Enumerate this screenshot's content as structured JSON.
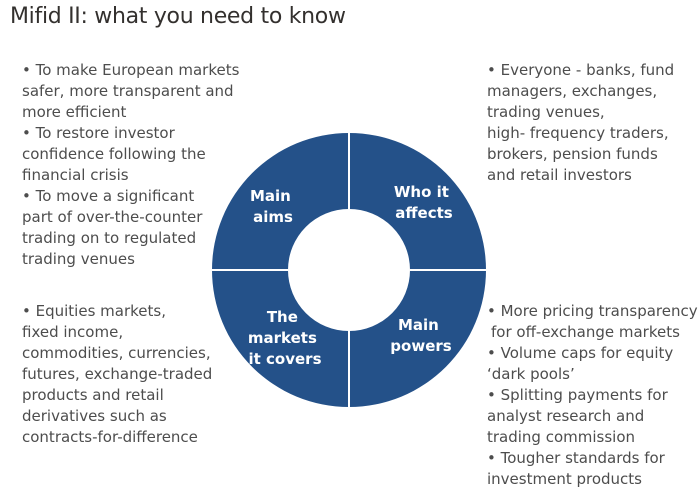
{
  "title": "Mifid II: what you need to know",
  "colors": {
    "ring": "#245189",
    "text": "#4d4d4d",
    "title": "#33302e"
  },
  "quadrants": {
    "aims": [
      "Main",
      "aims"
    ],
    "affects": [
      "Who it",
      "affects"
    ],
    "covers": [
      "The",
      "markets",
      "it covers"
    ],
    "powers": [
      "Main",
      "powers"
    ]
  },
  "aims_text": [
    "• To make European markets",
    "safer, more transparent and",
    "more efficient",
    "• To restore investor",
    "confidence following the",
    "financial crisis",
    "• To move a significant",
    "part of over-the-counter",
    "trading on to regulated",
    "trading venues"
  ],
  "affects_text": [
    "• Everyone - banks, fund",
    "managers, exchanges,",
    "trading venues,",
    "high- frequency traders,",
    "brokers, pension funds",
    "and retail investors"
  ],
  "covers_text": [
    "• Equities markets,",
    "fixed income,",
    "commodities, currencies,",
    "futures, exchange-traded",
    "products and retail",
    "derivatives such as",
    "contracts-for-difference"
  ],
  "powers_text": [
    "• More pricing transparency",
    "for off-exchange markets",
    "• Volume caps for equity",
    "‘dark pools’",
    "• Splitting payments for",
    "analyst research and",
    "trading commission",
    "• Tougher standards for",
    "investment products"
  ]
}
